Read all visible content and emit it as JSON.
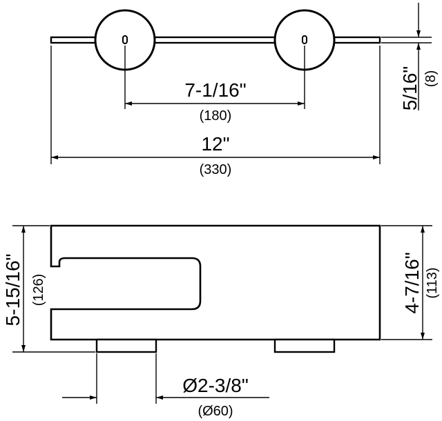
{
  "dimensions": {
    "hole_spacing": {
      "imperial": "7-1/16\"",
      "metric": "(180)"
    },
    "overall_length": {
      "imperial": "12\"",
      "metric": "(330)"
    },
    "bar_thickness": {
      "imperial": "5/16\"",
      "metric": "(8)"
    },
    "left_height": {
      "imperial": "5-15/16\"",
      "metric": "(126)"
    },
    "right_height": {
      "imperial": "4-7/16\"",
      "metric": "(113)"
    },
    "mount_diameter": {
      "imperial": "Ø2-3/8\"",
      "metric": "(Ø60)"
    }
  }
}
